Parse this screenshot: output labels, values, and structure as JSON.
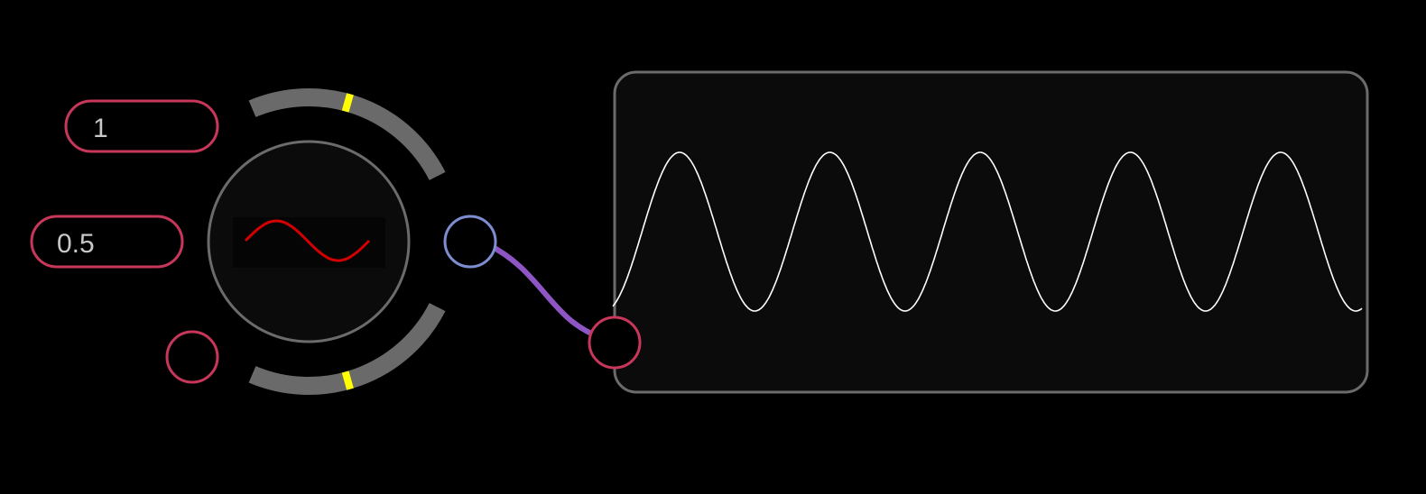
{
  "colors": {
    "background": "#000000",
    "panel_fill": "#0b0b0b",
    "panel_stroke": "#6b6b6b",
    "arc_track": "#6a6a6a",
    "arc_marker": "#ffff00",
    "field_stroke": "#c8365a",
    "field_text": "#c8c8c8",
    "output_port": "#7d8dd0",
    "cable": "#8e55c4",
    "icon_wave": "#d40000",
    "scope_wave": "#ffffff"
  },
  "oscillator": {
    "waveform_icon": "sine-wave-icon",
    "frequency": {
      "value": "1",
      "knob_level": 0.45
    },
    "amplitude": {
      "value": "0.5",
      "knob_level": 0.45
    }
  },
  "scope": {
    "cycles": 5,
    "input_port_icon": "input-port-icon"
  }
}
